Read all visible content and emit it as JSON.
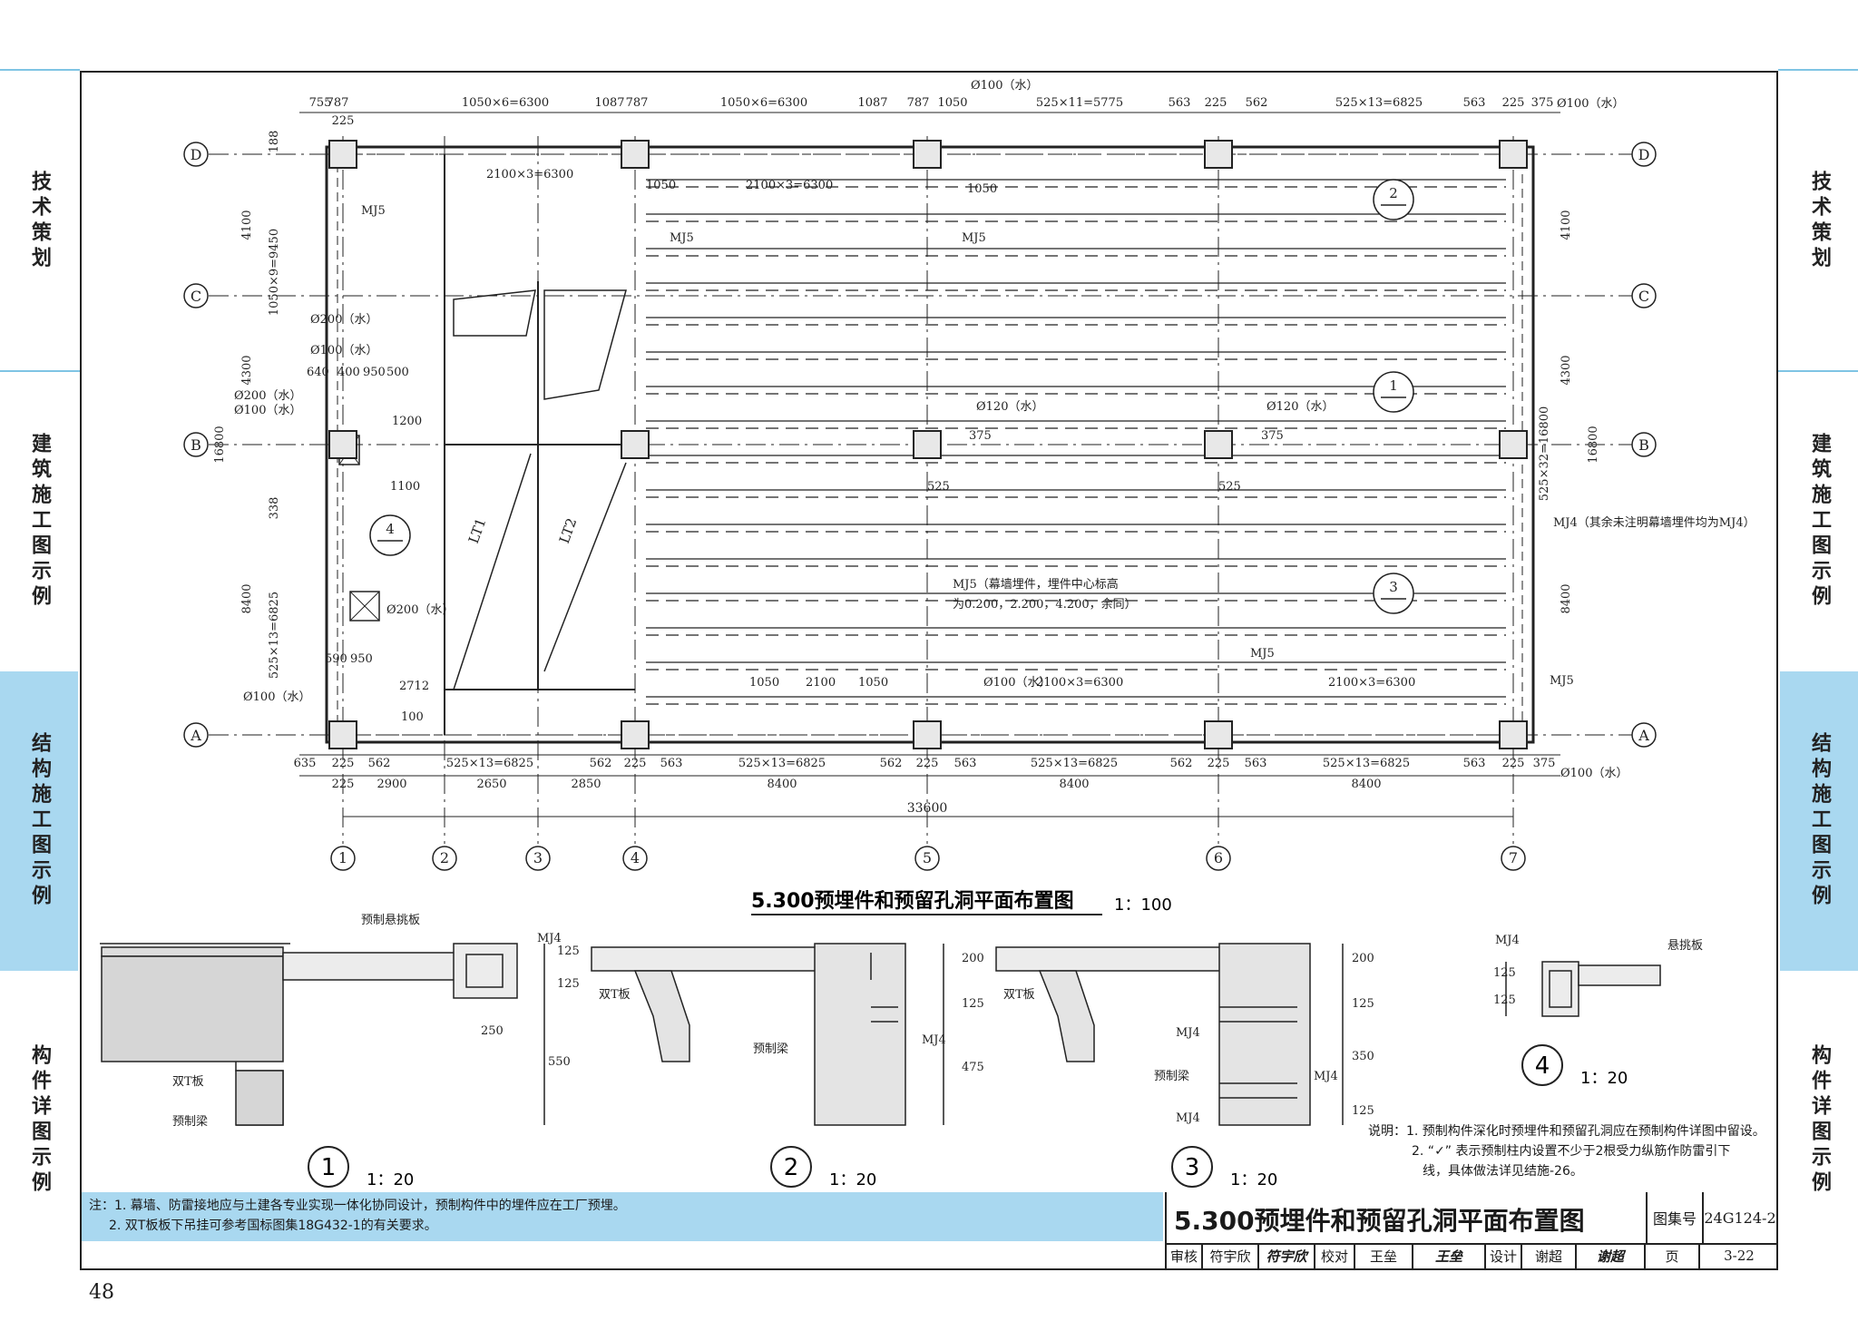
{
  "side_tabs_left": [
    "技术策划",
    "建筑施工图示例",
    "结构施工图示例",
    "构件详图示例"
  ],
  "side_tabs_right": [
    "技术策划",
    "建筑施工图示例",
    "结构施工图示例",
    "构件详图示例"
  ],
  "active_tab": "结构施工图示例",
  "page_number": "48",
  "plan": {
    "title": "5.300预埋件和预留孔洞平面布置图",
    "scale": "1：100",
    "grid_cols": [
      "1",
      "2",
      "3",
      "4",
      "5",
      "6",
      "7"
    ],
    "grid_rows": [
      "D",
      "C",
      "B",
      "A"
    ],
    "top_dims": [
      "755",
      "787",
      "225",
      "1050×6=6300",
      "1087",
      "787",
      "1050×6=6300",
      "1087",
      "787",
      "1050",
      "525×11=5775",
      "563",
      "225",
      "562",
      "525×13=6825",
      "563",
      "225",
      "375"
    ],
    "bottom_dims_1": [
      "635",
      "225",
      "562",
      "525×13=6825",
      "562",
      "225",
      "563",
      "525×13=6825",
      "562",
      "225",
      "563",
      "525×13=6825",
      "562",
      "225",
      "563",
      "525×13=6825",
      "563",
      "225",
      "375"
    ],
    "bottom_dims_2": [
      "225",
      "2900",
      "2650",
      "2850",
      "8400",
      "8400",
      "8400"
    ],
    "overall_dim": "33600",
    "left_dims": [
      "188",
      "4100",
      "1050×9=9450",
      "4300",
      "16800",
      "338",
      "8400",
      "525×13=6825"
    ],
    "right_dims": [
      "4100",
      "4300",
      "16800",
      "8400",
      "525×32=16800"
    ],
    "labels": {
      "phi100_water": "Ø100（水）",
      "phi200_water": "Ø200（水）",
      "phi120_water": "Ø120（水）",
      "mj5": "MJ5",
      "mj4_note": "MJ4（其余未注明幕墙埋件均为MJ4）",
      "mj5_note_1": "MJ5（幕墙埋件，埋件中心标高",
      "mj5_note_2": "为0.200，2.200，4.200，余同）",
      "dim_2100x3": "2100×3=6300",
      "dim_1050": "1050",
      "dim_2100": "2100",
      "dim_2712": "2712",
      "dim_590": "590",
      "dim_950": "950",
      "dim_100": "100",
      "dim_525": "525",
      "dim_375": "375",
      "dim_1100": "1100",
      "dim_1200": "1200",
      "dim_500": "500",
      "dim_400": "400",
      "dim_640": "640",
      "dim_2100x3_v": "2100×3=6300",
      "lt1": "LT1",
      "lt2": "LT2",
      "sec1": "1",
      "sec2": "2",
      "sec3": "3",
      "sec4": "4"
    }
  },
  "details": [
    {
      "num": "1",
      "scale": "1：20",
      "labels": [
        "预制悬挑板",
        "MJ4",
        "双T板",
        "预制梁"
      ],
      "dims": [
        "125",
        "125",
        "250",
        "550"
      ]
    },
    {
      "num": "2",
      "scale": "1：20",
      "labels": [
        "双T板",
        "预制梁",
        "MJ4"
      ],
      "dims": [
        "200",
        "125",
        "475"
      ]
    },
    {
      "num": "3",
      "scale": "1：20",
      "labels": [
        "双T板",
        "MJ4",
        "预制梁",
        "MJ4",
        "MJ4"
      ],
      "dims": [
        "200",
        "125",
        "350",
        "125"
      ]
    },
    {
      "num": "4",
      "scale": "1：20",
      "labels": [
        "MJ4",
        "悬挑板"
      ],
      "dims": [
        "125",
        "125"
      ]
    }
  ],
  "remarks": {
    "r1": "说明：1. 预制构件深化时预埋件和预留孔洞应在预制构件详图中留设。",
    "r2a": "2. “",
    "r2b": "” 表示预制柱内设置不少于2根受力纵筋作防雷引下",
    "r3": "线，具体做法详见结施-26。"
  },
  "notes": {
    "n1": "注：1. 幕墙、防雷接地应与土建各专业实现一体化协同设计，预制构件中的埋件应在工厂预埋。",
    "n2": "2. 双T板板下吊挂可参考国标图集18G432-1的有关要求。"
  },
  "title_block": {
    "title": "5.300预埋件和预留孔洞平面布置图",
    "atlas_label": "图集号",
    "atlas_no": "24G124-2",
    "review_label": "审核",
    "reviewer": "符宇欣",
    "reviewer_sig": "符宇欣",
    "check_label": "校对",
    "checker": "王垒",
    "checker_sig": "王垒",
    "design_label": "设计",
    "designer": "谢超",
    "designer_sig": "谢超",
    "page_label": "页",
    "page": "3-22"
  }
}
